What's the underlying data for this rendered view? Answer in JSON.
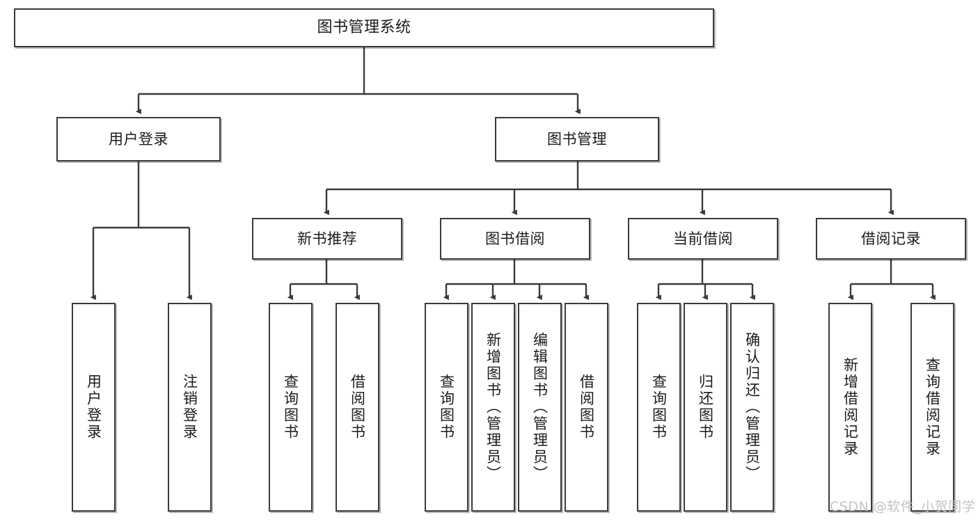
{
  "diagram": {
    "type": "tree",
    "title": "图书管理系统",
    "root": {
      "label": "图书管理系统"
    },
    "level2": [
      {
        "label": "用户登录"
      },
      {
        "label": "图书管理"
      }
    ],
    "level3": [
      {
        "label": "新书推荐"
      },
      {
        "label": "图书借阅"
      },
      {
        "label": "当前借阅"
      },
      {
        "label": "借阅记录"
      }
    ],
    "leaves": {
      "user_login": [
        {
          "label": "用户登录"
        },
        {
          "label": "注销登录"
        }
      ],
      "new_book_recommend": [
        {
          "label": "查询图书"
        },
        {
          "label": "借阅图书"
        }
      ],
      "book_borrow": [
        {
          "label": "查询图书"
        },
        {
          "label": "新增图书（管理员）"
        },
        {
          "label": "编辑图书（管理员）"
        },
        {
          "label": "借阅图书"
        }
      ],
      "current_borrow": [
        {
          "label": "查询图书"
        },
        {
          "label": "归还图书"
        },
        {
          "label": "确认归还（管理员）"
        }
      ],
      "borrow_record": [
        {
          "label": "新增借阅记录"
        },
        {
          "label": "查询借阅记录"
        }
      ]
    }
  },
  "watermark": {
    "text": "CSDN @软件_小贺同学"
  },
  "colors": {
    "border": "#3a3a3a",
    "fill": "#ffffff",
    "text": "#1b1b1b",
    "watermark": "#c3c3c3"
  }
}
